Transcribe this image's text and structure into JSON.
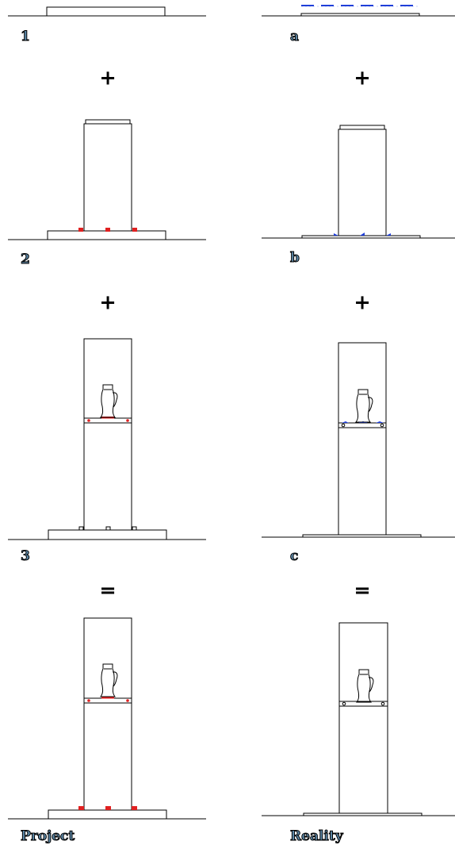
{
  "colors": {
    "label": "#5b87a7",
    "project_marker": "#e02020",
    "reality_marker": "#1f3fd9",
    "line": "#000000"
  },
  "left_column": {
    "steps": [
      {
        "label": "1",
        "operator": "+"
      },
      {
        "label": "2",
        "operator": "+"
      },
      {
        "label": "3",
        "operator": "="
      }
    ],
    "caption": "Project"
  },
  "right_column": {
    "steps": [
      {
        "label": "a",
        "operator": "+"
      },
      {
        "label": "b",
        "operator": "+"
      },
      {
        "label": "c",
        "operator": "="
      }
    ],
    "caption": "Reality"
  }
}
